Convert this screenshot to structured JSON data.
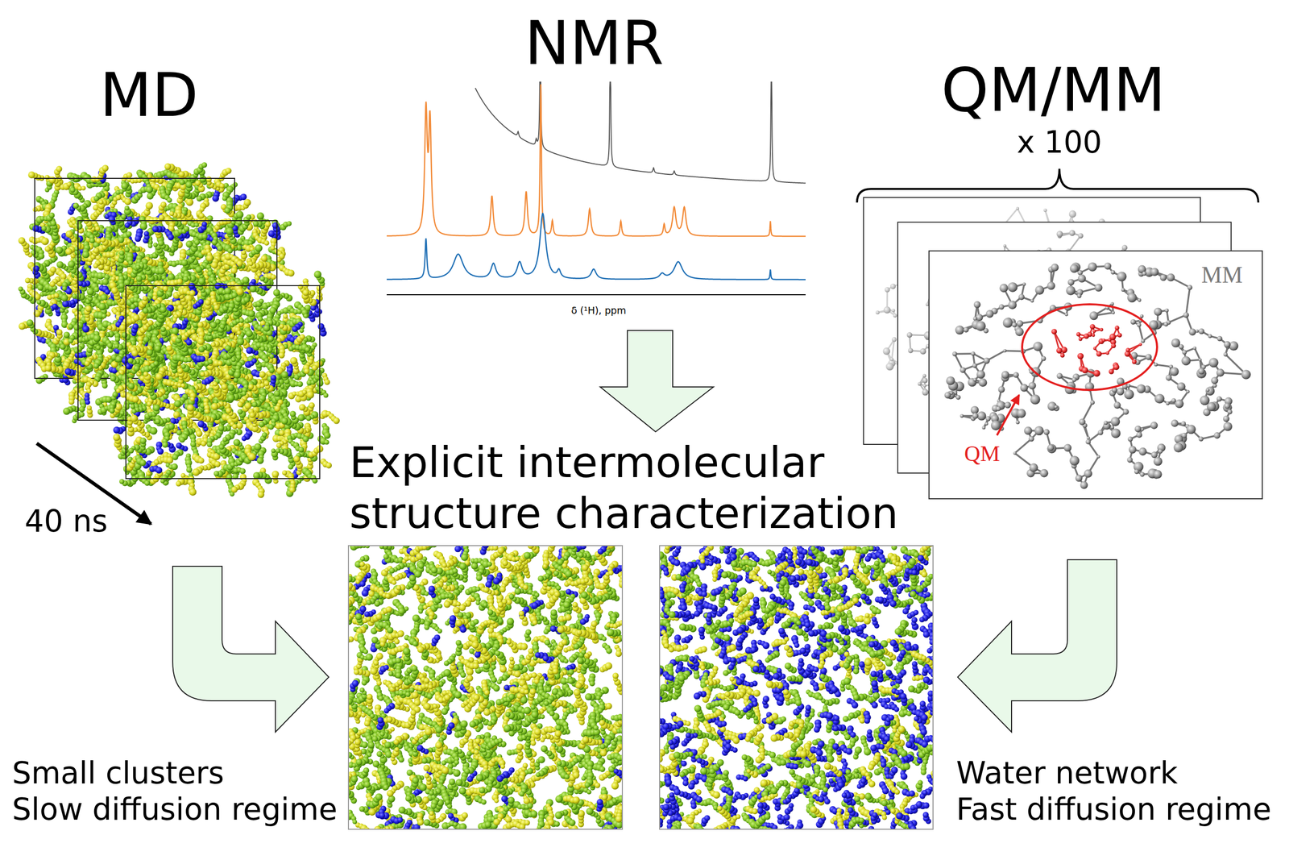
{
  "diagram": {
    "labels": [
      "NMR",
      "MD",
      "QM/MM",
      "x 100",
      "δ (¹H), ppm",
      "MM",
      "QM",
      "40 ns",
      "Explicit intermolecular structure characterization",
      "Small clusters",
      "Slow diffusion regime",
      "Water network",
      "Fast diffusion regime"
    ]
  }
}
